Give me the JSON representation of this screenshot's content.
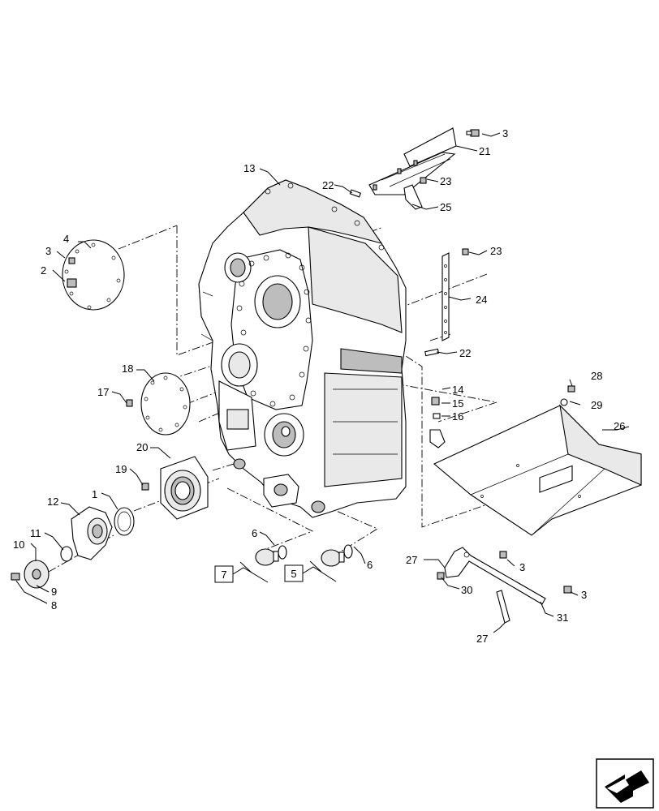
{
  "callouts": {
    "c1": "1",
    "c2": "2",
    "c3a": "3",
    "c3b": "3",
    "c3c": "3",
    "c3d": "3",
    "c4": "4",
    "c5": "5",
    "c6a": "6",
    "c6b": "6",
    "c7": "7",
    "c8": "8",
    "c9": "9",
    "c10": "10",
    "c11": "11",
    "c12": "12",
    "c13": "13",
    "c14": "14",
    "c15": "15",
    "c16": "16",
    "c17": "17",
    "c18": "18",
    "c19": "19",
    "c20": "20",
    "c21": "21",
    "c22a": "22",
    "c22b": "22",
    "c23a": "23",
    "c23b": "23",
    "c24": "24",
    "c25": "25",
    "c26": "26",
    "c27a": "27",
    "c27b": "27",
    "c28": "28",
    "c29": "29",
    "c30": "30",
    "c31": "31"
  },
  "icons": {
    "nav": "next-page-arrow-icon"
  }
}
